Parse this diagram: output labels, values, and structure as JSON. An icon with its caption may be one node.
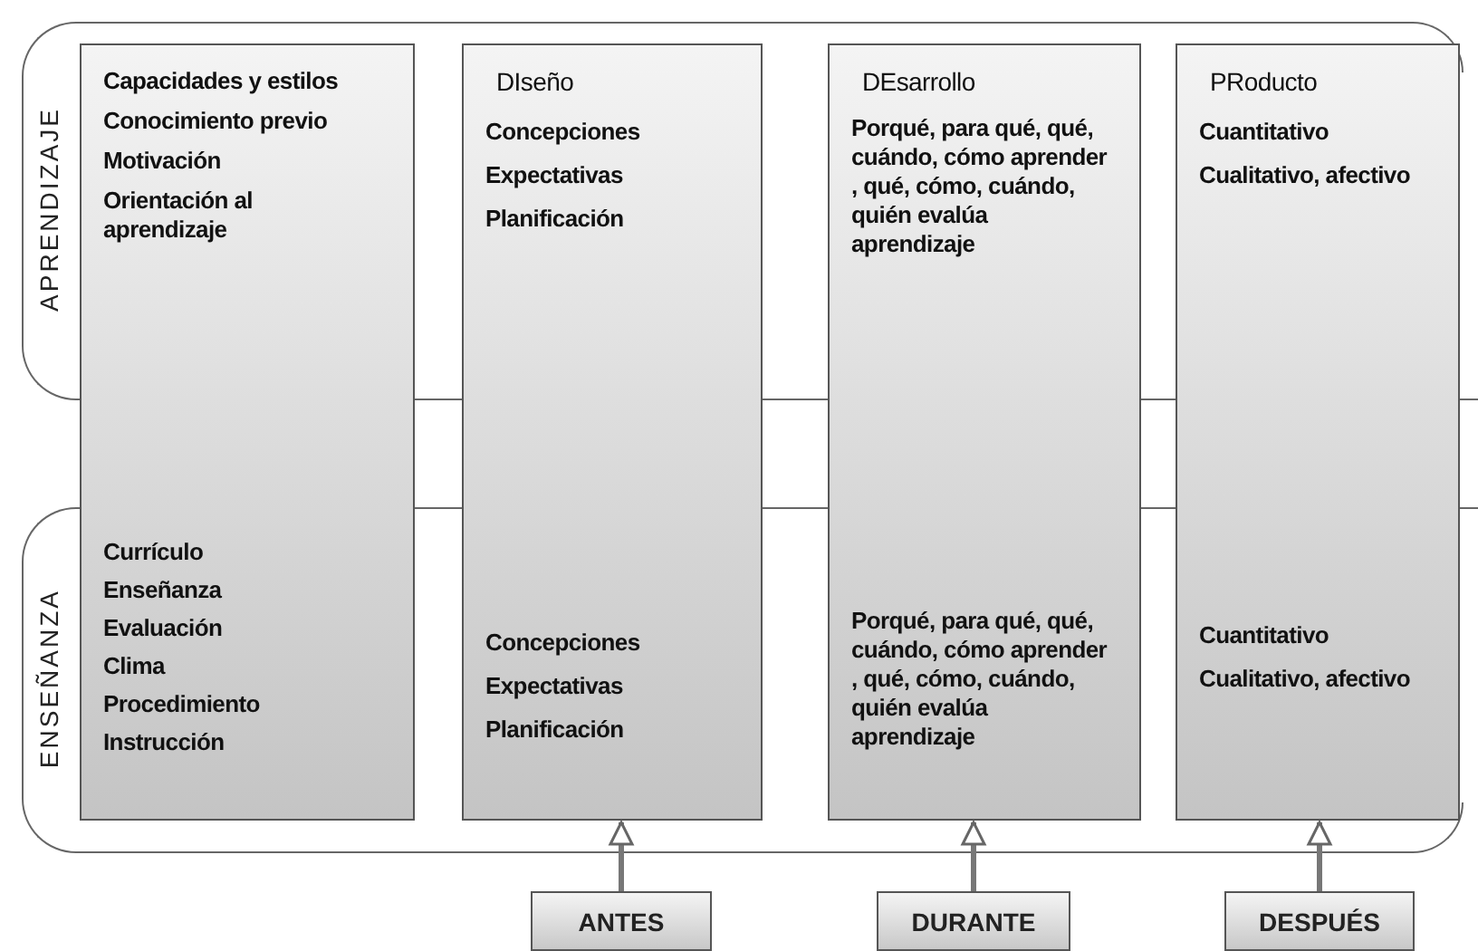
{
  "diagram": {
    "nodes": [
      {
        "text": [
          "APRENDIZAJE"
        ]
      },
      {
        "text": [
          "ENSEÑANZA"
        ]
      },
      {
        "text": [
          "Capacidades y estilos",
          "Conocimiento previo",
          "Motivación",
          "Orientación al aprendizaje",
          "Currículo",
          "Enseñanza",
          "Evaluación",
          "Clima",
          "Procedimiento",
          "Instrucción"
        ]
      },
      {
        "text": [
          "DIseño",
          "Concepciones",
          "Expectativas",
          "Planificación",
          "Concepciones",
          "Expectativas",
          "Planificación"
        ]
      },
      {
        "text": [
          "DEsarrollo",
          "Porqué, para qué, qué, cuándo, cómo aprender , qué, cómo, cuándo, quién evalúa aprendizaje",
          "Porqué, para qué, qué, cuándo, cómo aprender , qué, cómo, cuándo, quién evalúa aprendizaje"
        ]
      },
      {
        "text": [
          "PRoducto",
          "Cuantitativo",
          "Cualitativo, afectivo",
          "Cuantitativo",
          "Cualitativo, afectivo"
        ]
      },
      {
        "text": [
          "ANTES"
        ]
      },
      {
        "text": [
          "DURANTE"
        ]
      },
      {
        "text": [
          "DESPUÉS"
        ]
      }
    ],
    "edges": [
      {
        "from": 6,
        "to": 3,
        "arrow": "to"
      },
      {
        "from": 7,
        "to": 4,
        "arrow": "to"
      },
      {
        "from": 8,
        "to": 5,
        "arrow": "to"
      }
    ]
  }
}
